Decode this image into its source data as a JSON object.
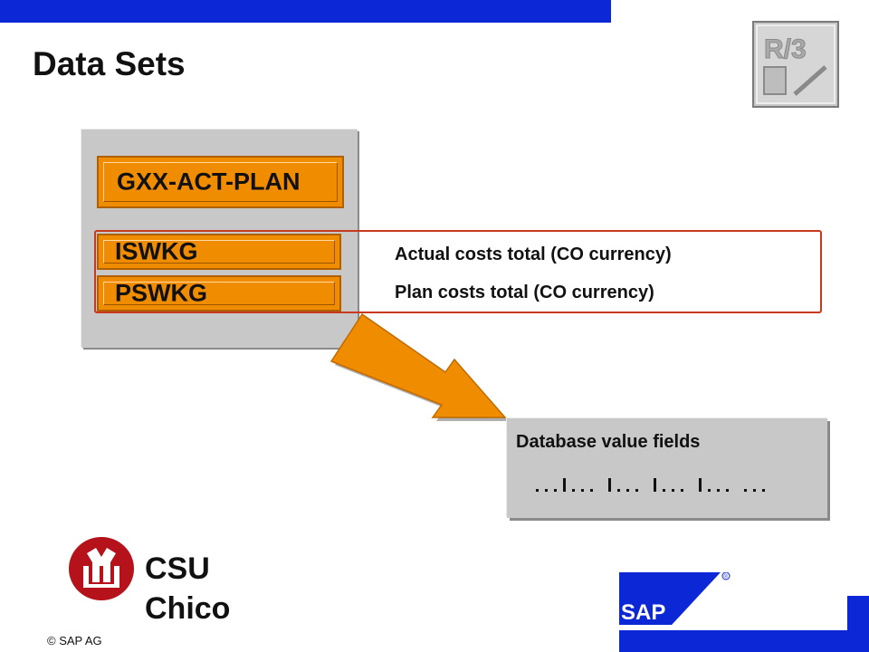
{
  "title": "Data Sets",
  "r3_badge": "R/3",
  "data_set": {
    "name": "GXX-ACT-PLAN",
    "fields": [
      {
        "code": "ISWKG",
        "description": "Actual costs total (CO currency)"
      },
      {
        "code": "PSWKG",
        "description": "Plan costs total (CO currency)"
      }
    ]
  },
  "database": {
    "label": "Database value fields"
  },
  "branding": {
    "school_line1": "CSU",
    "school_line2": "Chico",
    "copyright": "SAP AG",
    "sap_logo_text": "SAP",
    "sap_registered": "®"
  },
  "colors": {
    "brand_blue": "#0b27d6",
    "field_orange": "#f08c00",
    "highlight_red": "#c83a1e",
    "panel_gray": "#c8c8c8",
    "csu_red": "#b5121b"
  }
}
